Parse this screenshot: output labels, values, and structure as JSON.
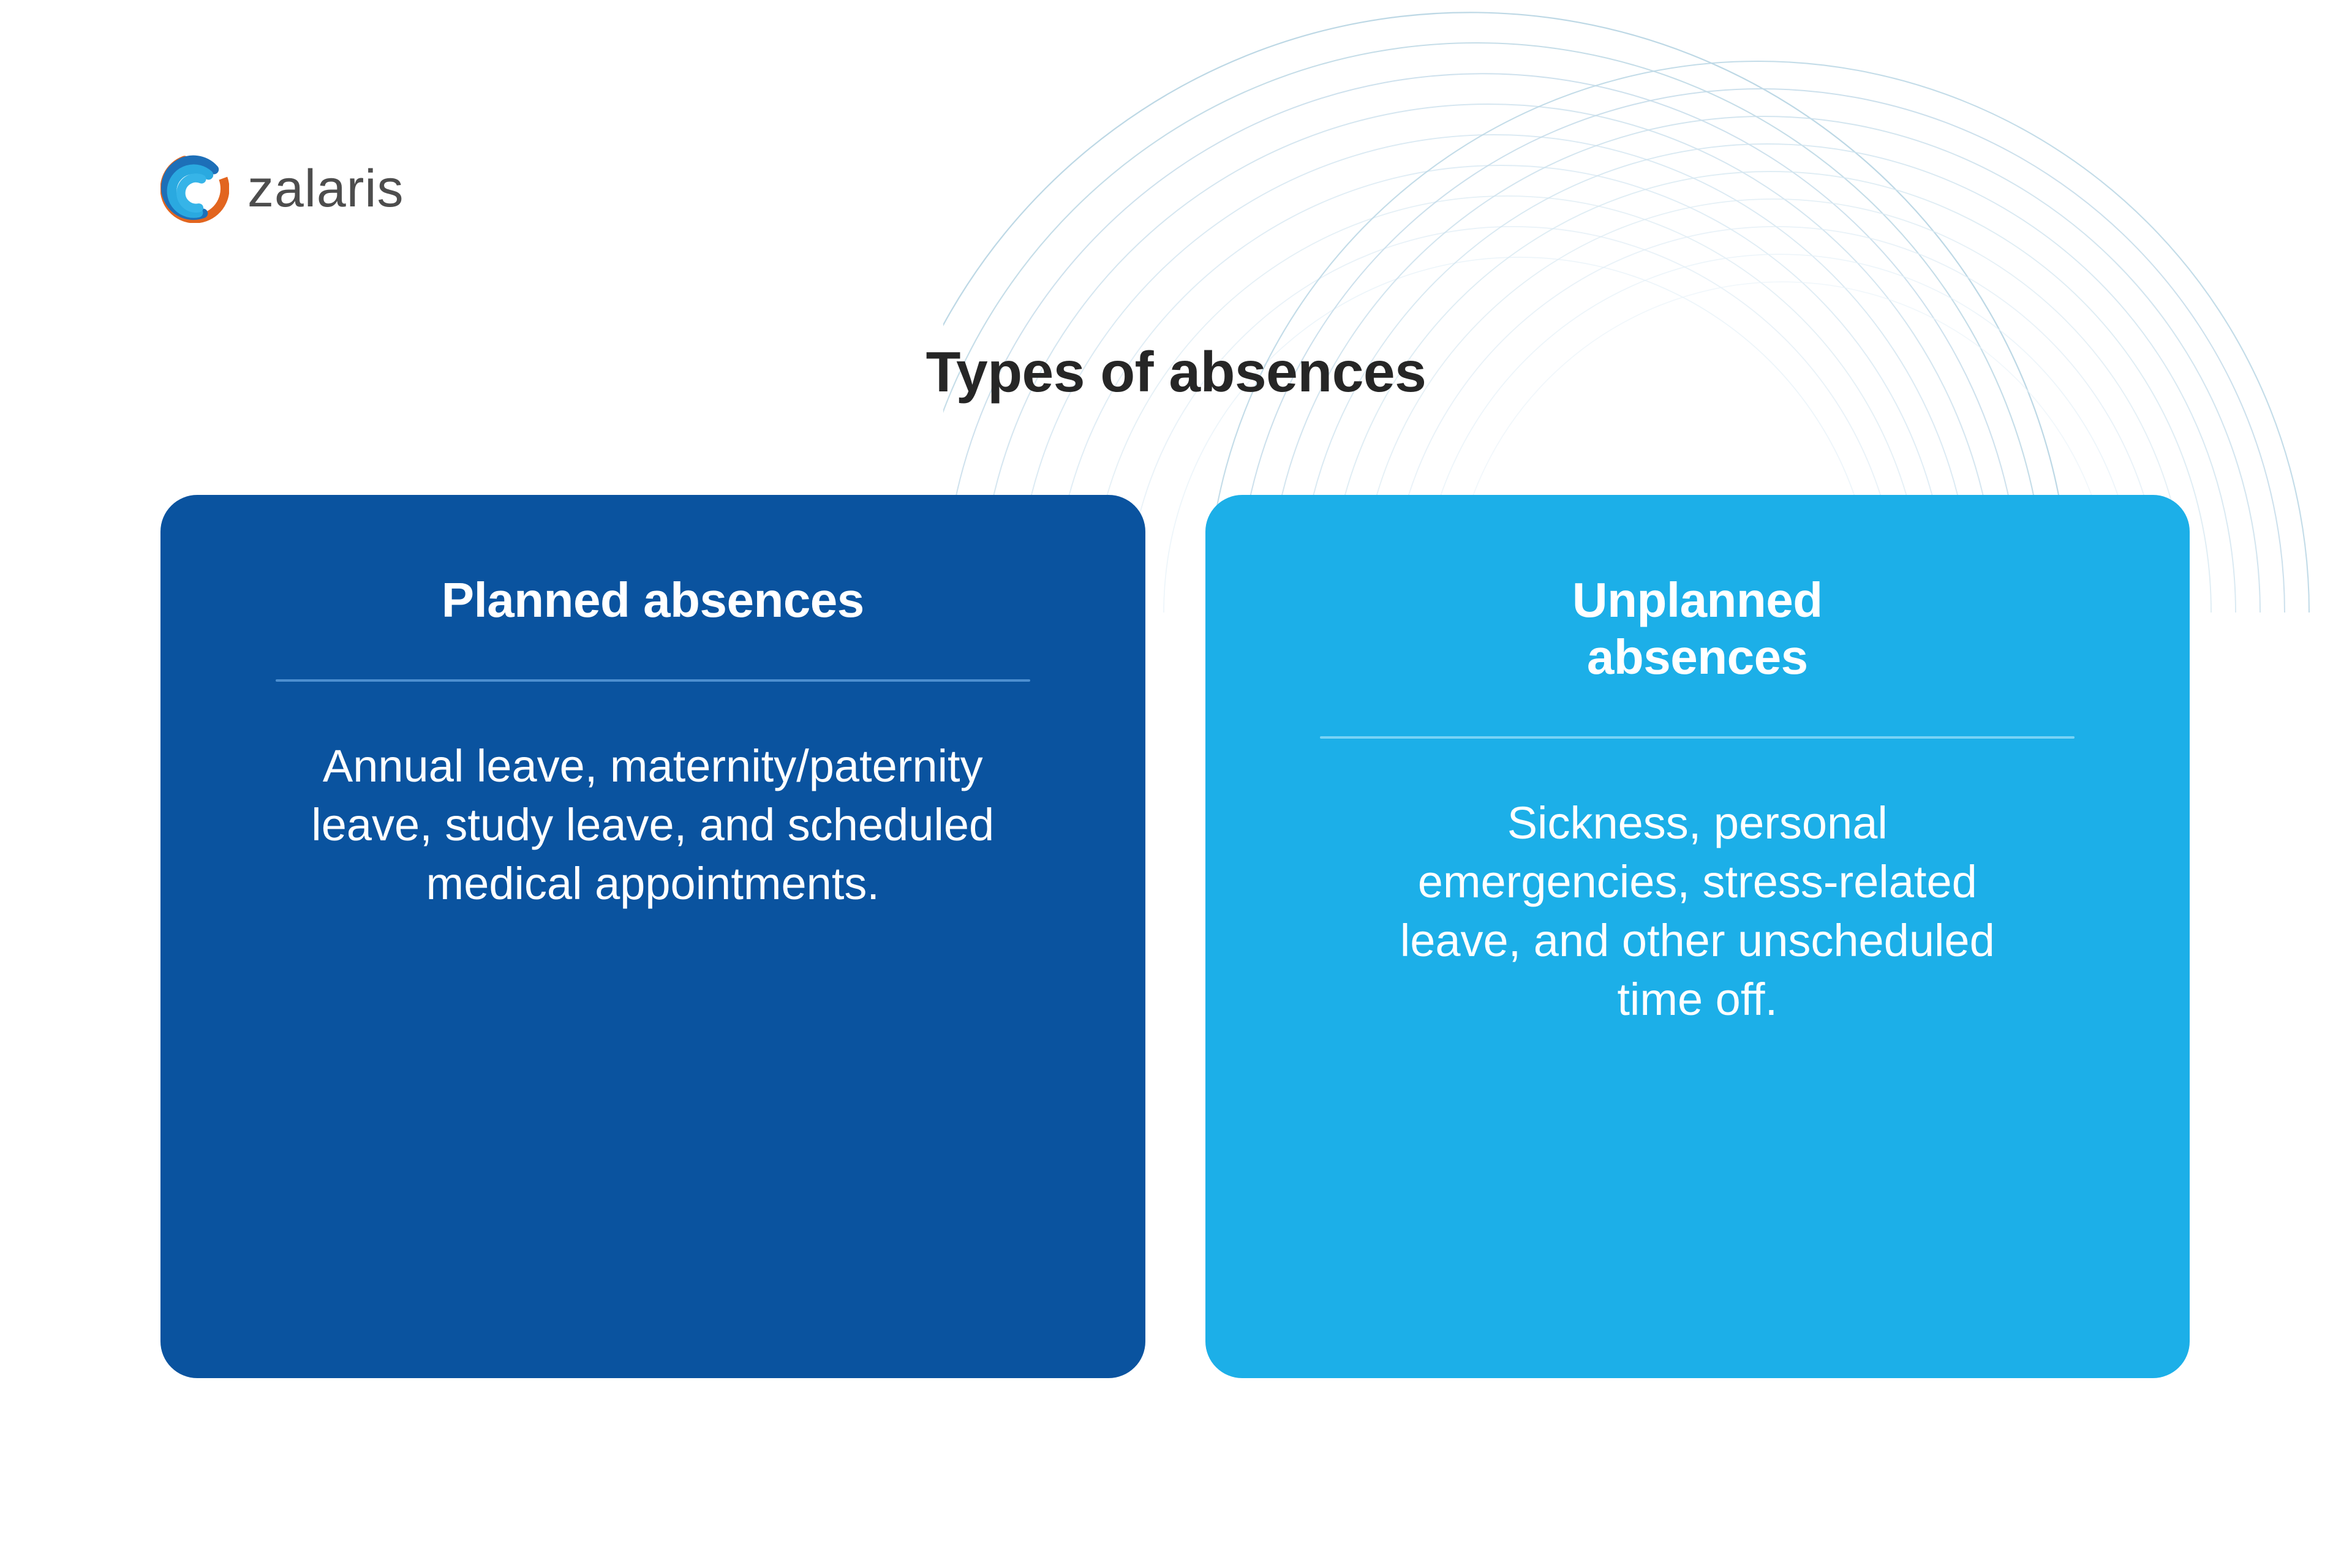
{
  "brand": {
    "logo_icon": "zalaris-spiral-logo-icon",
    "wordmark": "zalaris",
    "colors": {
      "dark_blue": "#0a539f",
      "light_blue": "#1cafe8",
      "orange": "#e2651f",
      "wordmark_gray": "#4d4d4d",
      "title_dark": "#262626",
      "background": "#ffffff",
      "arc_line": "#bdd8e6"
    }
  },
  "header": {
    "title": "Types of absences"
  },
  "decoration": {
    "name": "concentric-arcs-decoration",
    "arc_families": 2,
    "arcs_per_family": 9
  },
  "cards": [
    {
      "id": "planned",
      "heading": "Planned absences",
      "body": "Annual leave, maternity/paternity leave, study leave, and scheduled medical appointments.",
      "background": "#0a539f",
      "divider_color": "#4d8fd0",
      "text_color": "#ffffff"
    },
    {
      "id": "unplanned",
      "heading": "Unplanned absences",
      "body": "Sickness, personal emergencies, stress-related leave, and other unscheduled time off.",
      "background": "#1cafe8",
      "divider_color": "#79d3f5",
      "text_color": "#ffffff"
    }
  ]
}
